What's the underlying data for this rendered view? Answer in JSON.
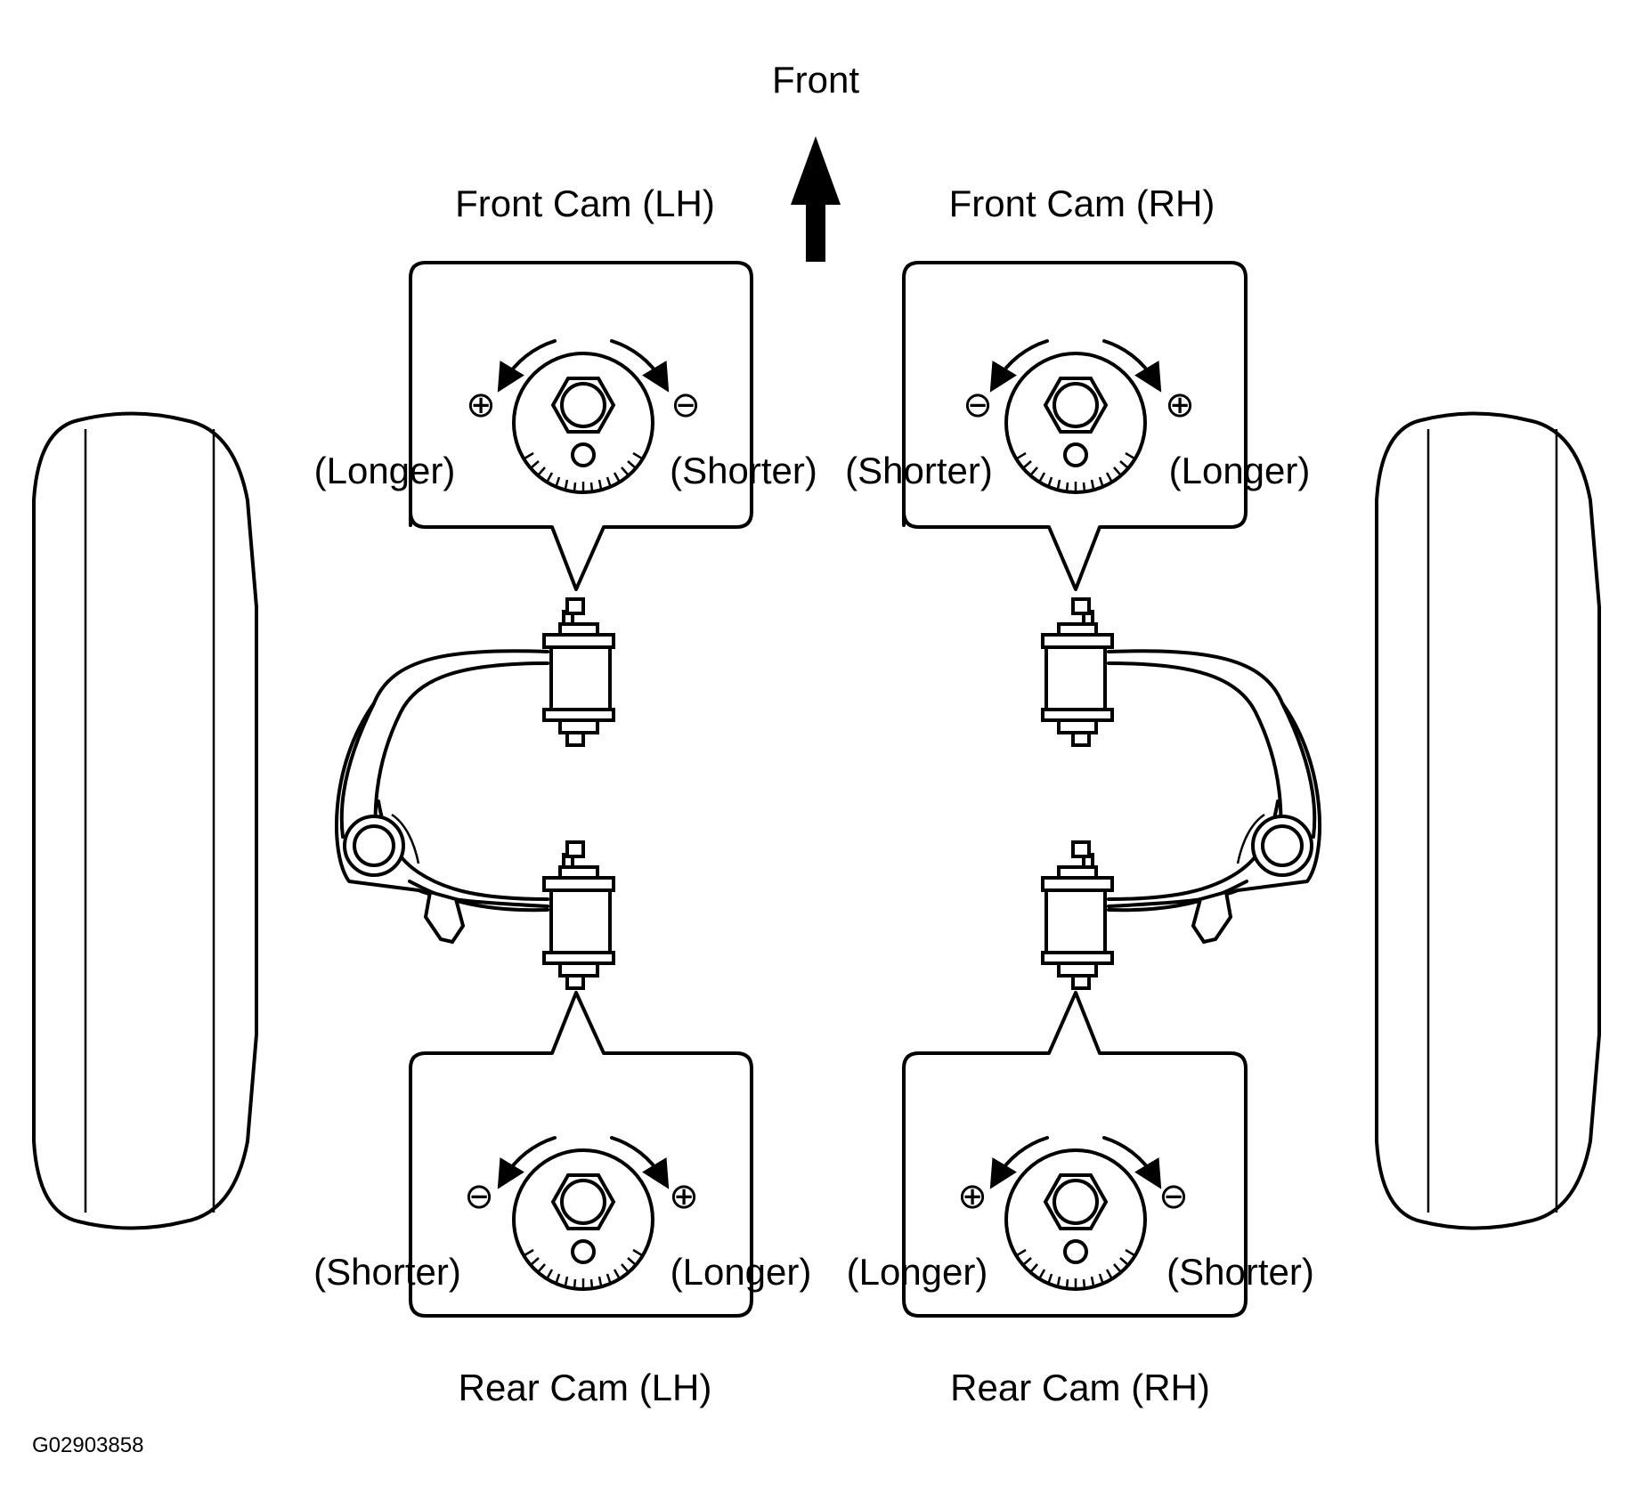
{
  "direction": {
    "label": "Front"
  },
  "figure_code": "G02903858",
  "cams": {
    "front_lh": {
      "title": "Front Cam (LH)",
      "left_label": "(Longer)",
      "right_label": "(Shorter)",
      "left_sign": "⊕",
      "right_sign": "⊖"
    },
    "front_rh": {
      "title": "Front Cam (RH)",
      "left_label": "(Shorter)",
      "right_label": "(Longer)",
      "left_sign": "⊖",
      "right_sign": "⊕"
    },
    "rear_lh": {
      "title": "Rear Cam (LH)",
      "left_label": "(Shorter)",
      "right_label": "(Longer)",
      "left_sign": "⊖",
      "right_sign": "⊕"
    },
    "rear_rh": {
      "title": "Rear Cam (RH)",
      "left_label": "(Longer)",
      "right_label": "(Shorter)",
      "left_sign": "⊕",
      "right_sign": "⊖"
    }
  }
}
